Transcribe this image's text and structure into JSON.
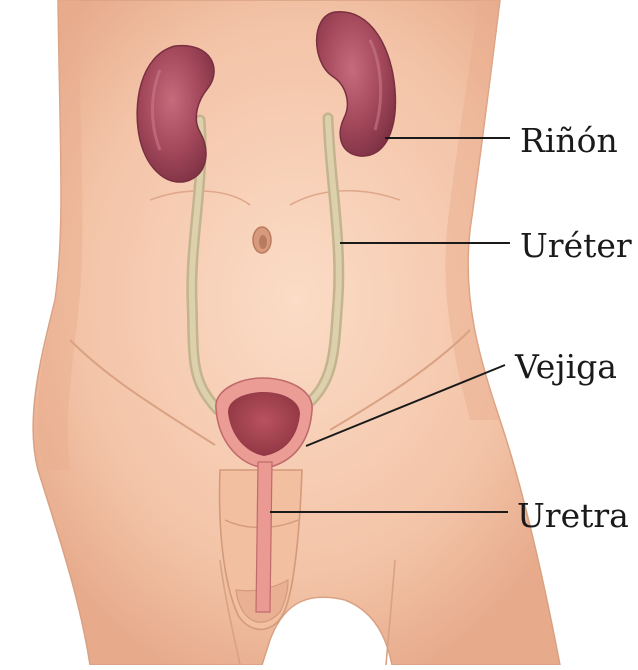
{
  "labels": {
    "kidney": "Riñón",
    "ureter": "Uréter",
    "bladder": "Vejiga",
    "urethra": "Uretra"
  },
  "colors": {
    "skin": "#f6cdb3",
    "skin_shadow": "#e2a98a",
    "kidney": "#a2475a",
    "kidney_highlight": "#c66e7e",
    "ureter": "#d8c9a4",
    "bladder_wall": "#e99a92",
    "bladder_inner": "#a6404e",
    "leader_line": "#1a1a1a"
  }
}
